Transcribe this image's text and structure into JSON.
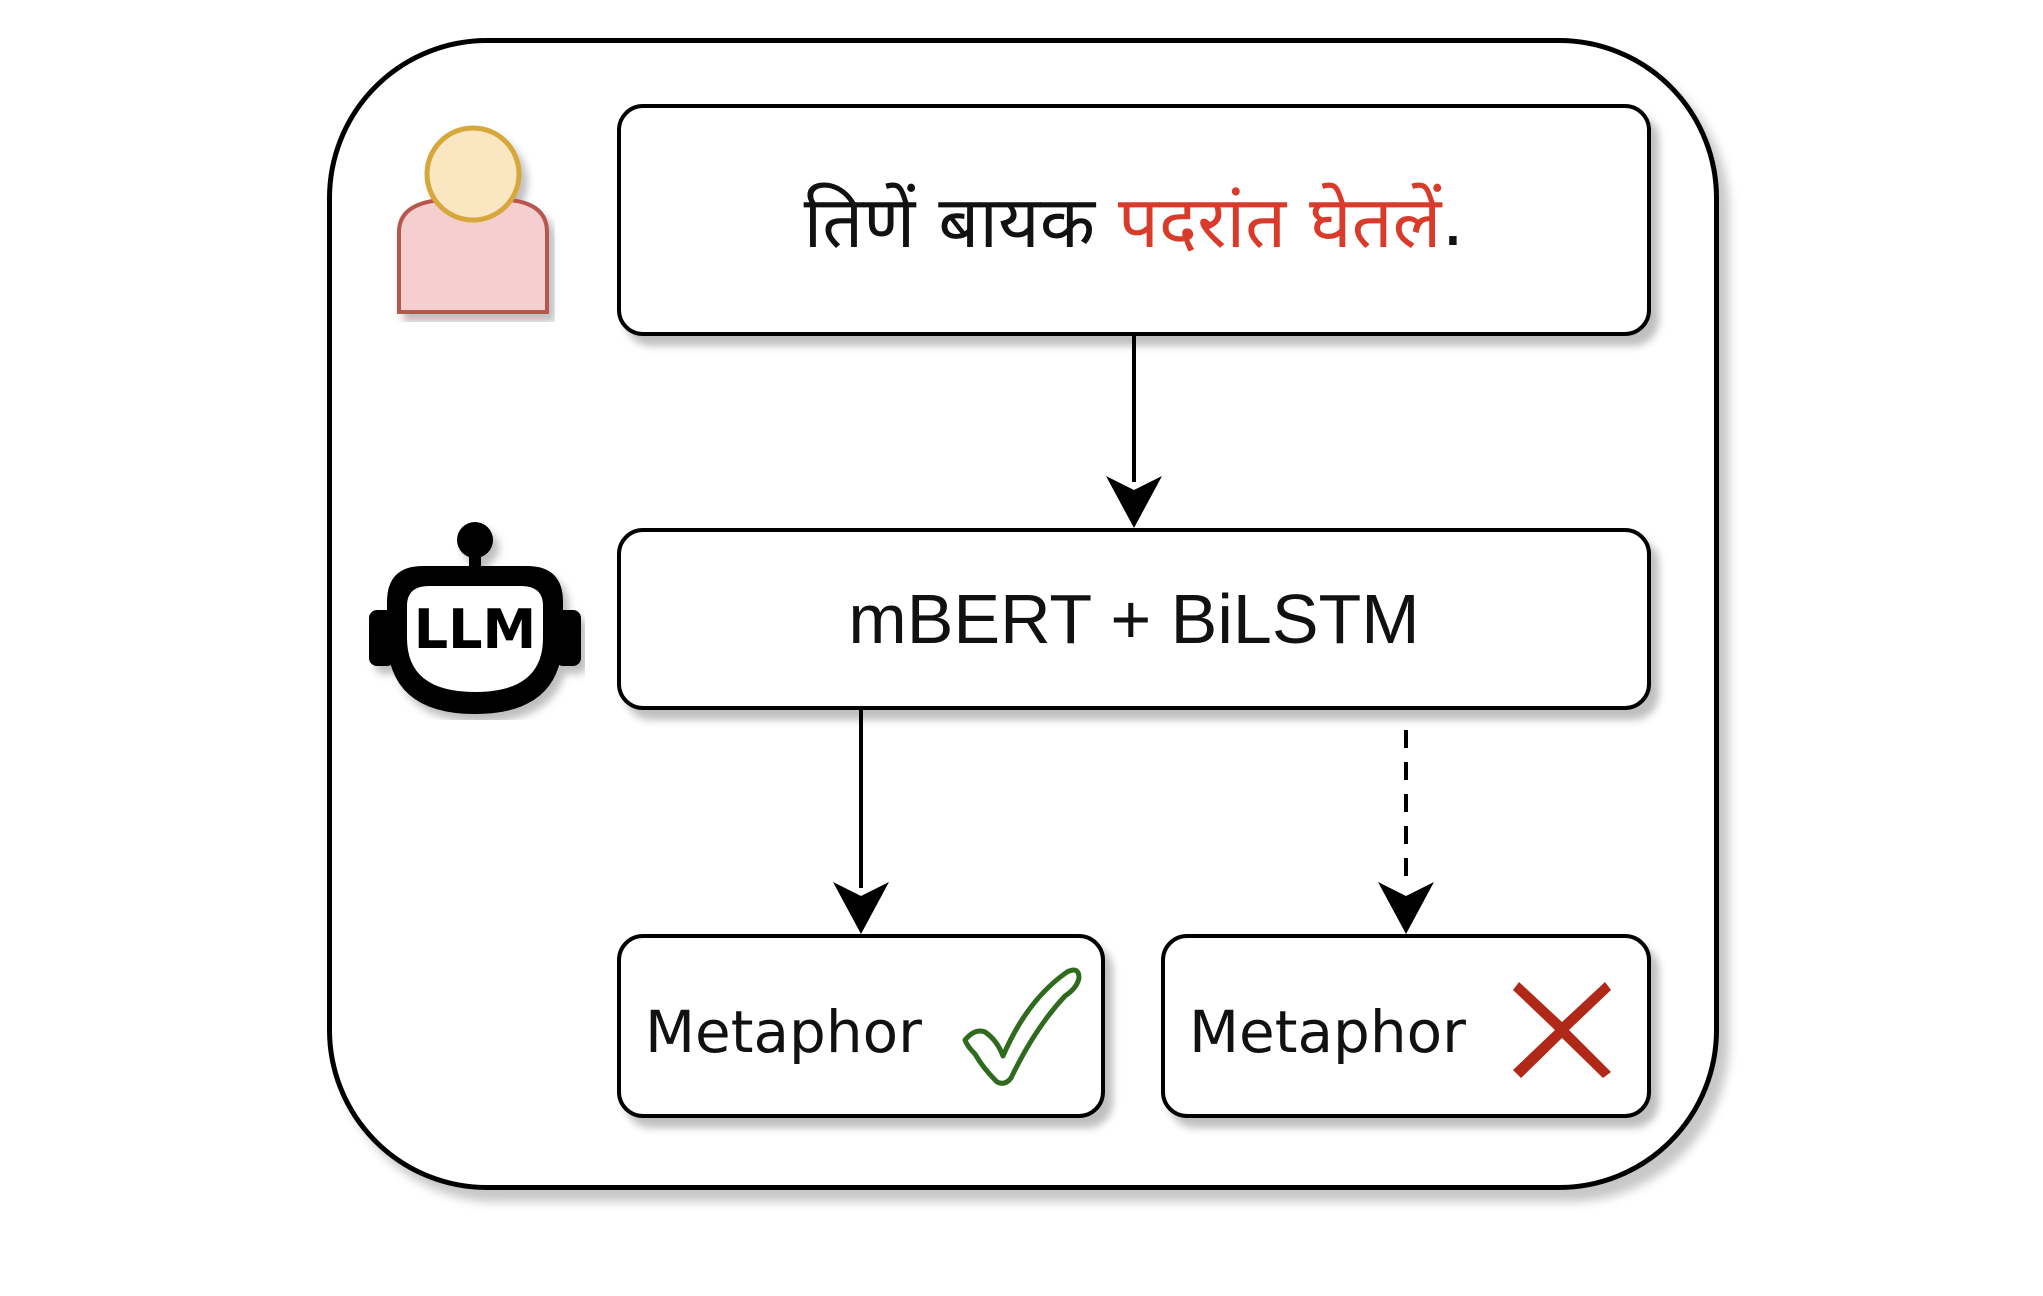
{
  "sentence": {
    "plain": "तिणें बायक ",
    "highlight": "पदरांत घेतलें",
    "end": "."
  },
  "model": {
    "label": "mBERT + BiLSTM"
  },
  "robot": {
    "label": "LLM"
  },
  "outputs": [
    {
      "label": "Metaphor",
      "mark": "check-icon"
    },
    {
      "label": "Metaphor",
      "mark": "cross-icon"
    }
  ],
  "colors": {
    "highlight": "#d93b2b",
    "check": "#2f6a1f",
    "cross": "#b02818",
    "person_body": "#f5cfcf",
    "person_body_stroke": "#b85450",
    "person_head": "#fbe6c2",
    "person_head_stroke": "#d6a73a"
  }
}
